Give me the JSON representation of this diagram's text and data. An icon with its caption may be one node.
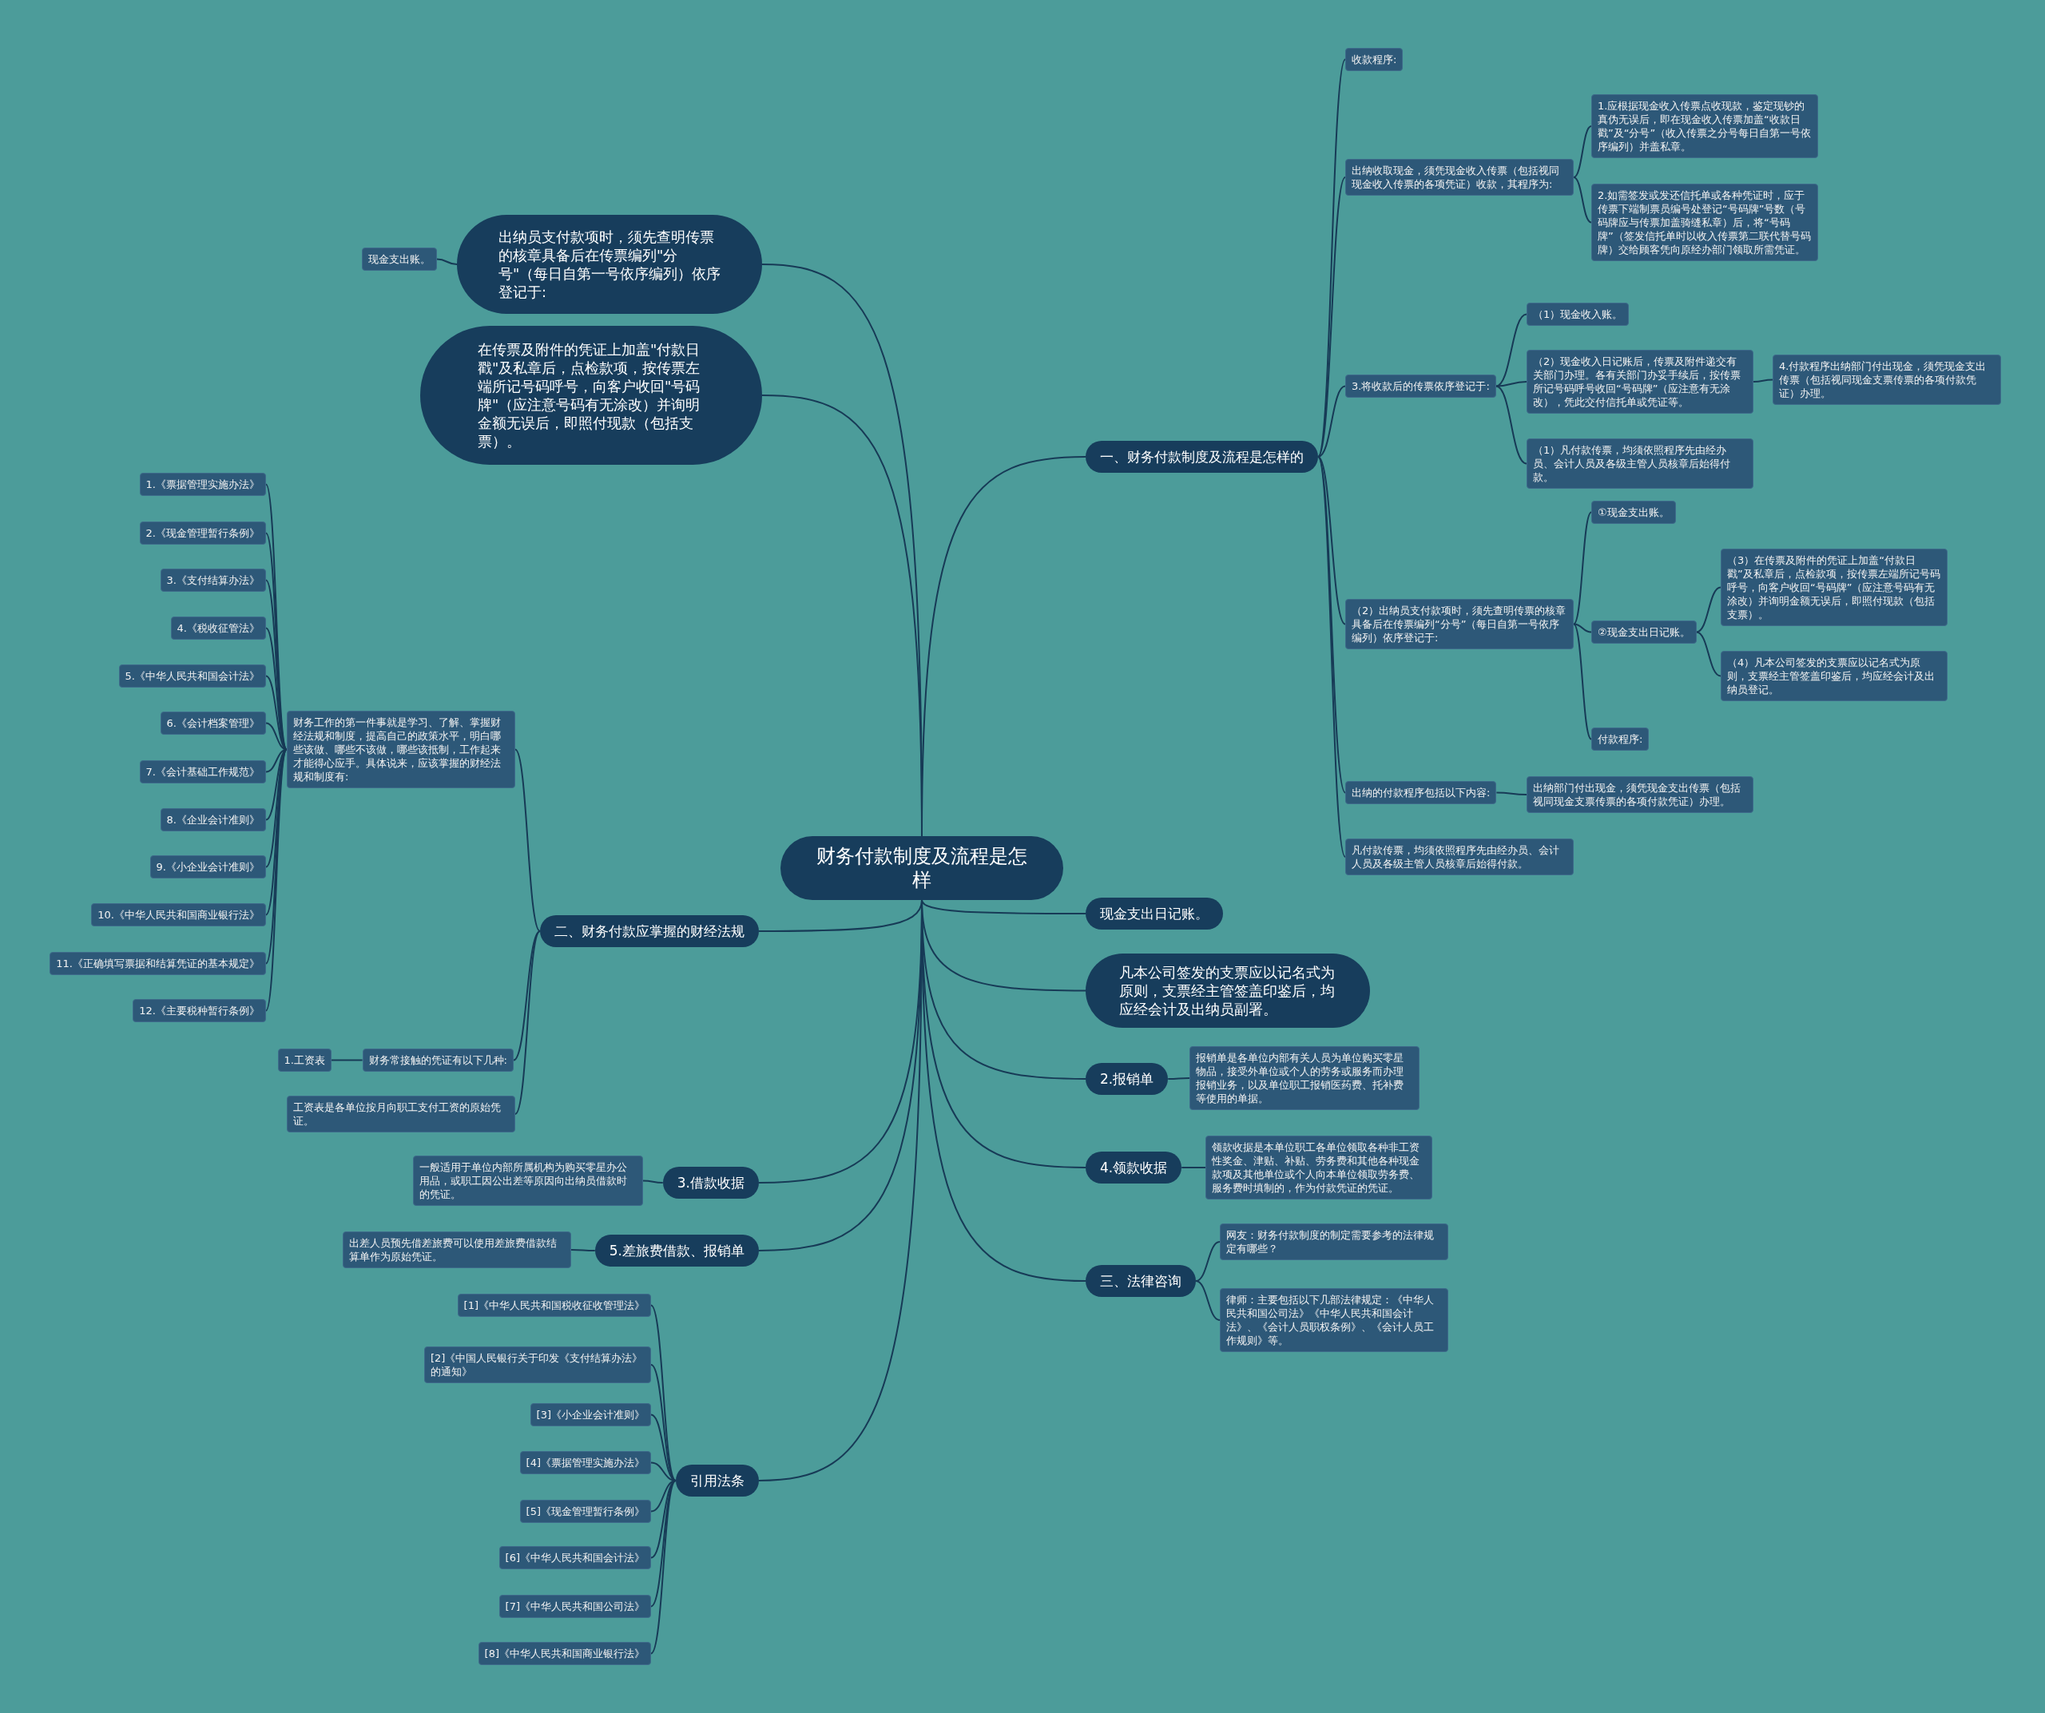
{
  "diagram": {
    "nodes": [
      {
        "text": [
          "财务付款制度及流程是怎样"
        ]
      },
      {
        "text": [
          "一、财务付款制度及流程是怎样的"
        ]
      },
      {
        "text": [
          "收款程序:"
        ]
      },
      {
        "text": [
          "出纳收取现金，须凭现金收入传票（包括视同现金收入传票的各项凭证）收款，其程序为:"
        ]
      },
      {
        "text": [
          "1.应根据现金收入传票点收现款，鉴定现钞的真伪无误后，即在现金收入传票加盖“收款日戳”及“分号”（收入传票之分号每日自第一号依序编列）并盖私章。"
        ]
      },
      {
        "text": [
          "2.如需签发或发还信托单或各种凭证时，应于传票下端制票员编号处登记“号码牌”号数（号码牌应与传票加盖骑缝私章）后，将“号码牌”（签发信托单时以收入传票第二联代替号码牌）交给顾客凭向原经办部门领取所需凭证。"
        ]
      },
      {
        "text": [
          "3.将收款后的传票依序登记于:"
        ]
      },
      {
        "text": [
          "（1）现金收入账。"
        ]
      },
      {
        "text": [
          "（2）现金收入日记账后，传票及附件递交有关部门办理。各有关部门办妥手续后，按传票所记号码呼号收回“号码牌”（应注意有无涂改），凭此交付信托单或凭证等。"
        ]
      },
      {
        "text": [
          "4.付款程序出纳部门付出现金，须凭现金支出传票（包括视同现金支票传票的各项付款凭证）办理。"
        ]
      },
      {
        "text": [
          "（1）凡付款传票，均须依照程序先由经办员、会计人员及各级主管人员核章后始得付款。"
        ]
      },
      {
        "text": [
          "（2）出纳员支付款项时，须先查明传票的核章具备后在传票编列“分号”（每日自第一号依序编列）依序登记于:"
        ]
      },
      {
        "text": [
          "①现金支出账。"
        ]
      },
      {
        "text": [
          "②现金支出日记账。"
        ]
      },
      {
        "text": [
          "（3）在传票及附件的凭证上加盖“付款日戳”及私章后，点检款项，按传票左端所记号码呼号，向客户收回“号码牌”（应注意号码有无涂改）并询明金额无误后，即照付现款（包括支票）。"
        ]
      },
      {
        "text": [
          "（4）凡本公司签发的支票应以记名式为原则，支票经主管签盖印鉴后，均应经会计及出纳员登记。"
        ]
      },
      {
        "text": [
          "付款程序:"
        ]
      },
      {
        "text": [
          "出纳的付款程序包括以下内容:"
        ]
      },
      {
        "text": [
          "出纳部门付出现金，须凭现金支出传票（包括视同现金支票传票的各项付款凭证）办理。"
        ]
      },
      {
        "text": [
          "凡付款传票，均须依照程序先由经办员、会计人员及各级主管人员核章后始得付款。"
        ]
      },
      {
        "text": [
          "现金支出日记账。"
        ]
      },
      {
        "text": [
          "凡本公司签发的支票应以记名式为原则，支票经主管签盖印鉴后，均应经会计及出纳员副署。"
        ]
      },
      {
        "text": [
          "2.报销单"
        ]
      },
      {
        "text": [
          "报销单是各单位内部有关人员为单位购买零星物品，接受外单位或个人的劳务或服务而办理报销业务，以及单位职工报销医药费、托补费等使用的单据。"
        ]
      },
      {
        "text": [
          "4.领款收据"
        ]
      },
      {
        "text": [
          "领款收据是本单位职工各单位领取各种非工资性奖金、津贴、补贴、劳务费和其他各种现金款项及其他单位或个人向本单位领取劳务费、服务费时填制的，作为付款凭证的凭证。"
        ]
      },
      {
        "text": [
          "三、法律咨询"
        ]
      },
      {
        "text": [
          "网友：财务付款制度的制定需要参考的法律规定有哪些？"
        ]
      },
      {
        "text": [
          "律师：主要包括以下几部法律规定：《中华人民共和国公司法》《中华人民共和国会计法》、《会计人员职权条例》、《会计人员工作规则》等。"
        ]
      },
      {
        "text": [
          "出纳员支付款项时，须先查明传票的核章具备后在传票编列\"分号\"（每日自第一号依序编列）依序登记于:"
        ]
      },
      {
        "text": [
          "现金支出账。"
        ]
      },
      {
        "text": [
          "在传票及附件的凭证上加盖\"付款日戳\"及私章后，点检款项，按传票左端所记号码呼号，向客户收回\"号码牌\"（应注意号码有无涂改）并询明金额无误后，即照付现款（包括支票）。"
        ]
      },
      {
        "text": [
          "二、财务付款应掌握的财经法规"
        ]
      },
      {
        "text": [
          "财务工作的第一件事就是学习、了解、掌握财经法规和制度，提高自己的政策水平，明白哪些该做、哪些不该做，哪些该抵制，工作起来才能得心应手。具体说来，应该掌握的财经法规和制度有:"
        ]
      },
      {
        "text": [
          "1.《票据管理实施办法》"
        ]
      },
      {
        "text": [
          "2.《现金管理暂行条例》"
        ]
      },
      {
        "text": [
          "3.《支付结算办法》"
        ]
      },
      {
        "text": [
          "4.《税收征管法》"
        ]
      },
      {
        "text": [
          "5.《中华人民共和国会计法》"
        ]
      },
      {
        "text": [
          "6.《会计档案管理》"
        ]
      },
      {
        "text": [
          "7.《会计基础工作规范》"
        ]
      },
      {
        "text": [
          "8.《企业会计准则》"
        ]
      },
      {
        "text": [
          "9.《小企业会计准则》"
        ]
      },
      {
        "text": [
          "10.《中华人民共和国商业银行法》"
        ]
      },
      {
        "text": [
          "11.《正确填写票据和结算凭证的基本规定》"
        ]
      },
      {
        "text": [
          "12.《主要税种暂行条例》"
        ]
      },
      {
        "text": [
          "财务常接触的凭证有以下几种:"
        ]
      },
      {
        "text": [
          "1.工资表"
        ]
      },
      {
        "text": [
          "工资表是各单位按月向职工支付工资的原始凭证。"
        ]
      },
      {
        "text": [
          "3.借款收据"
        ]
      },
      {
        "text": [
          "一般适用于单位内部所属机构为购买零星办公用品，或职工因公出差等原因向出纳员借款时的凭证。"
        ]
      },
      {
        "text": [
          "5.差旅费借款、报销单"
        ]
      },
      {
        "text": [
          "出差人员预先借差旅费可以使用差旅费借款结算单作为原始凭证。"
        ]
      },
      {
        "text": [
          "引用法条"
        ]
      },
      {
        "text": [
          "[1]《中华人民共和国税收征收管理法》"
        ]
      },
      {
        "text": [
          "[2]《中国人民银行关于印发《支付结算办法》的通知》"
        ]
      },
      {
        "text": [
          "[3]《小企业会计准则》"
        ]
      },
      {
        "text": [
          "[4]《票据管理实施办法》"
        ]
      },
      {
        "text": [
          "[5]《现金管理暂行条例》"
        ]
      },
      {
        "text": [
          "[6]《中华人民共和国会计法》"
        ]
      },
      {
        "text": [
          "[7]《中华人民共和国公司法》"
        ]
      },
      {
        "text": [
          "[8]《中华人民共和国商业银行法》"
        ]
      }
    ],
    "edges": [
      {
        "from": 0,
        "to": 1,
        "arrow": "none"
      },
      {
        "from": 1,
        "to": 2,
        "arrow": "none"
      },
      {
        "from": 1,
        "to": 3,
        "arrow": "none"
      },
      {
        "from": 3,
        "to": 4,
        "arrow": "none"
      },
      {
        "from": 3,
        "to": 5,
        "arrow": "none"
      },
      {
        "from": 1,
        "to": 6,
        "arrow": "none"
      },
      {
        "from": 6,
        "to": 7,
        "arrow": "none"
      },
      {
        "from": 6,
        "to": 8,
        "arrow": "none"
      },
      {
        "from": 8,
        "to": 9,
        "arrow": "none"
      },
      {
        "from": 6,
        "to": 10,
        "arrow": "none"
      },
      {
        "from": 1,
        "to": 11,
        "arrow": "none"
      },
      {
        "from": 11,
        "to": 12,
        "arrow": "none"
      },
      {
        "from": 11,
        "to": 13,
        "arrow": "none"
      },
      {
        "from": 13,
        "to": 14,
        "arrow": "none"
      },
      {
        "from": 13,
        "to": 15,
        "arrow": "none"
      },
      {
        "from": 11,
        "to": 16,
        "arrow": "none"
      },
      {
        "from": 1,
        "to": 17,
        "arrow": "none"
      },
      {
        "from": 17,
        "to": 18,
        "arrow": "none"
      },
      {
        "from": 1,
        "to": 19,
        "arrow": "none"
      },
      {
        "from": 0,
        "to": 20,
        "arrow": "none"
      },
      {
        "from": 0,
        "to": 21,
        "arrow": "none"
      },
      {
        "from": 0,
        "to": 22,
        "arrow": "none"
      },
      {
        "from": 22,
        "to": 23,
        "arrow": "none"
      },
      {
        "from": 0,
        "to": 24,
        "arrow": "none"
      },
      {
        "from": 24,
        "to": 25,
        "arrow": "none"
      },
      {
        "from": 0,
        "to": 26,
        "arrow": "none"
      },
      {
        "from": 26,
        "to": 27,
        "arrow": "none"
      },
      {
        "from": 26,
        "to": 28,
        "arrow": "none"
      },
      {
        "from": 0,
        "to": 29,
        "arrow": "none"
      },
      {
        "from": 29,
        "to": 30,
        "arrow": "none"
      },
      {
        "from": 0,
        "to": 31,
        "arrow": "none"
      },
      {
        "from": 0,
        "to": 32,
        "arrow": "none"
      },
      {
        "from": 32,
        "to": 33,
        "arrow": "none"
      },
      {
        "from": 33,
        "to": 34,
        "arrow": "none"
      },
      {
        "from": 33,
        "to": 35,
        "arrow": "none"
      },
      {
        "from": 33,
        "to": 36,
        "arrow": "none"
      },
      {
        "from": 33,
        "to": 37,
        "arrow": "none"
      },
      {
        "from": 33,
        "to": 38,
        "arrow": "none"
      },
      {
        "from": 33,
        "to": 39,
        "arrow": "none"
      },
      {
        "from": 33,
        "to": 40,
        "arrow": "none"
      },
      {
        "from": 33,
        "to": 41,
        "arrow": "none"
      },
      {
        "from": 33,
        "to": 42,
        "arrow": "none"
      },
      {
        "from": 33,
        "to": 43,
        "arrow": "none"
      },
      {
        "from": 33,
        "to": 44,
        "arrow": "none"
      },
      {
        "from": 33,
        "to": 45,
        "arrow": "none"
      },
      {
        "from": 32,
        "to": 46,
        "arrow": "none"
      },
      {
        "from": 46,
        "to": 47,
        "arrow": "none"
      },
      {
        "from": 32,
        "to": 48,
        "arrow": "none"
      },
      {
        "from": 0,
        "to": 49,
        "arrow": "none"
      },
      {
        "from": 49,
        "to": 50,
        "arrow": "none"
      },
      {
        "from": 0,
        "to": 51,
        "arrow": "none"
      },
      {
        "from": 51,
        "to": 52,
        "arrow": "none"
      },
      {
        "from": 0,
        "to": 53,
        "arrow": "none"
      },
      {
        "from": 53,
        "to": 54,
        "arrow": "none"
      },
      {
        "from": 53,
        "to": 55,
        "arrow": "none"
      },
      {
        "from": 53,
        "to": 56,
        "arrow": "none"
      },
      {
        "from": 53,
        "to": 57,
        "arrow": "none"
      },
      {
        "from": 53,
        "to": 58,
        "arrow": "none"
      },
      {
        "from": 53,
        "to": 59,
        "arrow": "none"
      },
      {
        "from": 53,
        "to": 60,
        "arrow": "none"
      },
      {
        "from": 53,
        "to": 61,
        "arrow": "none"
      }
    ]
  }
}
